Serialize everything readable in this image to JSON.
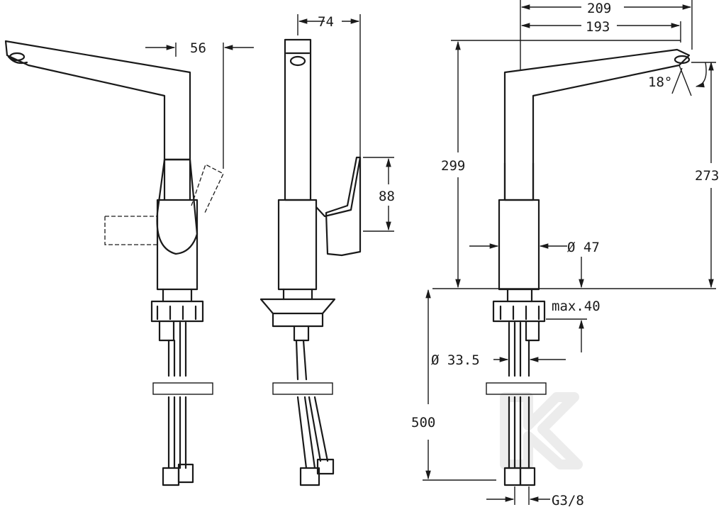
{
  "dimensions": {
    "d56": "56",
    "d74": "74",
    "d209": "209",
    "d193": "193",
    "d18": "18°",
    "d299": "299",
    "d273": "273",
    "d88": "88",
    "d47": "Ø 47",
    "dmax": "max.40",
    "d335": "Ø 33.5",
    "d500": "500",
    "dthread": "G3/8"
  },
  "colors": {
    "line": "#1a1a1a",
    "watermark": "#ececec",
    "background": "#ffffff"
  }
}
